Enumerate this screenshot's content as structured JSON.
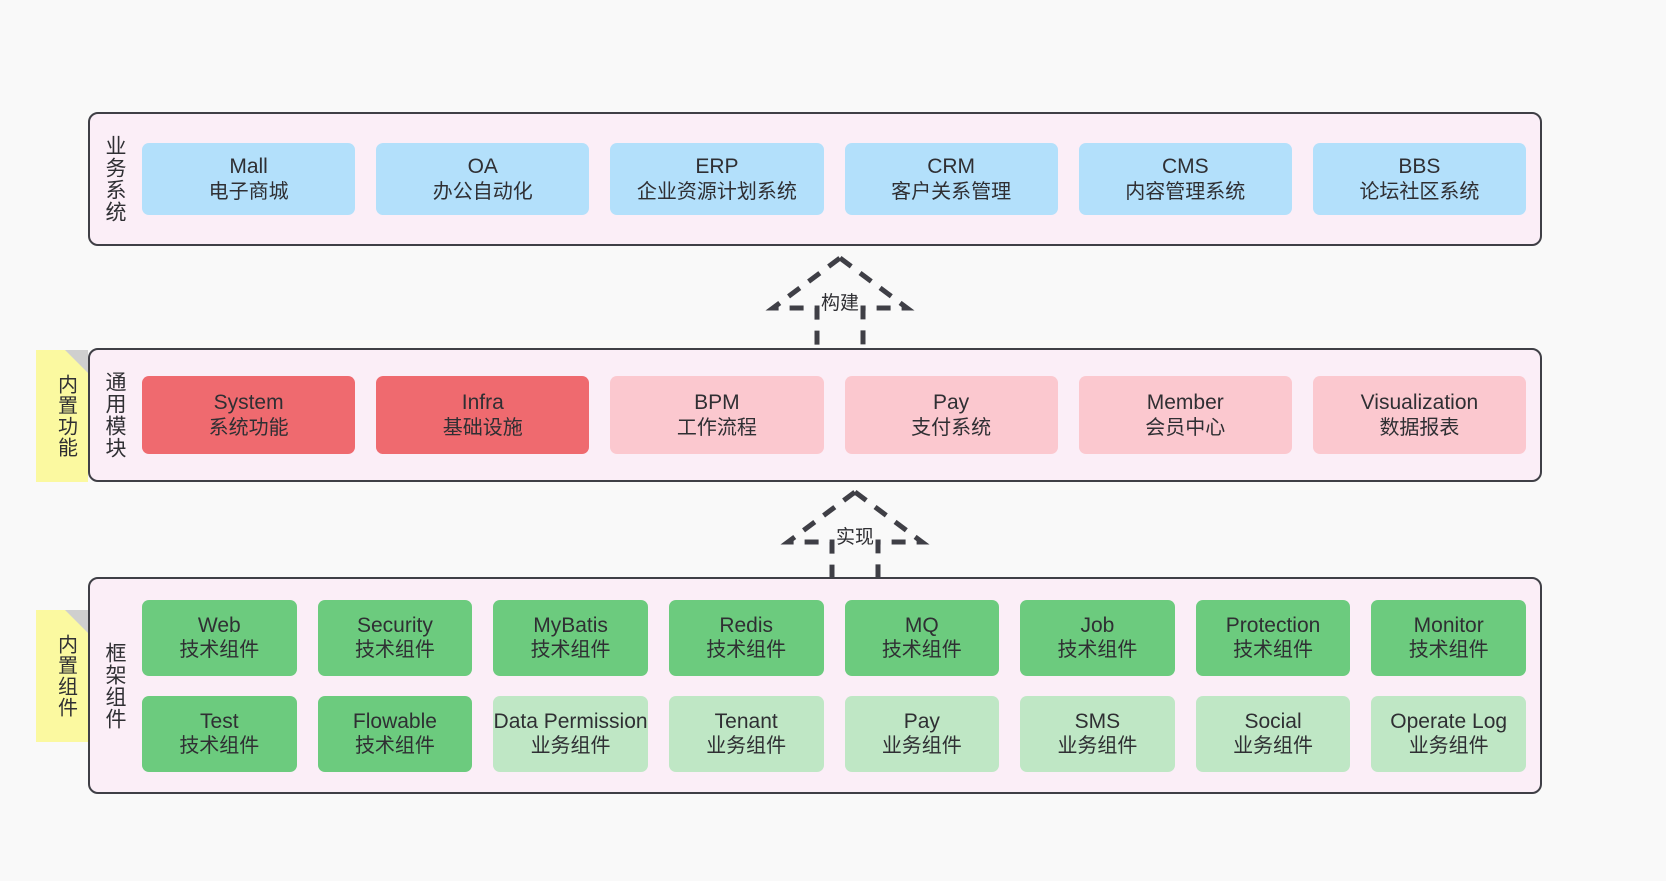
{
  "layers": [
    {
      "id": "business",
      "title": "业务系统",
      "rows": [
        {
          "cards": [
            {
              "name": "Mall",
              "subtitle": "电子商城",
              "color": "#b3e0fb"
            },
            {
              "name": "OA",
              "subtitle": "办公自动化",
              "color": "#b3e0fb"
            },
            {
              "name": "ERP",
              "subtitle": "企业资源计划系统",
              "color": "#b3e0fb"
            },
            {
              "name": "CRM",
              "subtitle": "客户关系管理",
              "color": "#b3e0fb"
            },
            {
              "name": "CMS",
              "subtitle": "内容管理系统",
              "color": "#b3e0fb"
            },
            {
              "name": "BBS",
              "subtitle": "论坛社区系统",
              "color": "#b3e0fb"
            }
          ]
        }
      ]
    },
    {
      "id": "common",
      "title": "通用模块",
      "note": "内置功能",
      "rows": [
        {
          "cards": [
            {
              "name": "System",
              "subtitle": "系统功能",
              "color": "#ef6a6f"
            },
            {
              "name": "Infra",
              "subtitle": "基础设施",
              "color": "#ef6a6f"
            },
            {
              "name": "BPM",
              "subtitle": "工作流程",
              "color": "#fbc8cf"
            },
            {
              "name": "Pay",
              "subtitle": "支付系统",
              "color": "#fbc8cf"
            },
            {
              "name": "Member",
              "subtitle": "会员中心",
              "color": "#fbc8cf"
            },
            {
              "name": "Visualization",
              "subtitle": "数据报表",
              "color": "#fbc8cf"
            }
          ]
        }
      ]
    },
    {
      "id": "framework",
      "title": "框架组件",
      "note": "内置组件",
      "rows": [
        {
          "cards": [
            {
              "name": "Web",
              "subtitle": "技术组件",
              "color": "#6ccb7e"
            },
            {
              "name": "Security",
              "subtitle": "技术组件",
              "color": "#6ccb7e"
            },
            {
              "name": "MyBatis",
              "subtitle": "技术组件",
              "color": "#6ccb7e"
            },
            {
              "name": "Redis",
              "subtitle": "技术组件",
              "color": "#6ccb7e"
            },
            {
              "name": "MQ",
              "subtitle": "技术组件",
              "color": "#6ccb7e"
            },
            {
              "name": "Job",
              "subtitle": "技术组件",
              "color": "#6ccb7e"
            },
            {
              "name": "Protection",
              "subtitle": "技术组件",
              "color": "#6ccb7e"
            },
            {
              "name": "Monitor",
              "subtitle": "技术组件",
              "color": "#6ccb7e"
            }
          ]
        },
        {
          "cards": [
            {
              "name": "Test",
              "subtitle": "技术组件",
              "color": "#6ccb7e"
            },
            {
              "name": "Flowable",
              "subtitle": "技术组件",
              "color": "#6ccb7e"
            },
            {
              "name": "Data Permission",
              "subtitle": "业务组件",
              "color": "#bfe7c5"
            },
            {
              "name": "Tenant",
              "subtitle": "业务组件",
              "color": "#bfe7c5"
            },
            {
              "name": "Pay",
              "subtitle": "业务组件",
              "color": "#bfe7c5"
            },
            {
              "name": "SMS",
              "subtitle": "业务组件",
              "color": "#bfe7c5"
            },
            {
              "name": "Social",
              "subtitle": "业务组件",
              "color": "#bfe7c5"
            },
            {
              "name": "Operate Log",
              "subtitle": "业务组件",
              "color": "#bfe7c5"
            }
          ]
        }
      ]
    }
  ],
  "connectors": [
    {
      "id": "build",
      "label": "构建"
    },
    {
      "id": "impl",
      "label": "实现"
    }
  ],
  "colors": {
    "background": "#f9f9f9",
    "layer_fill": "#fbeef7",
    "layer_border": "#3f3f46",
    "note_fill": "#fbf9a0",
    "note_fold": "#cfcfcf",
    "text": "#2f2f33",
    "business_card": "#b3e0fb",
    "common_primary_card": "#ef6a6f",
    "common_secondary_card": "#fbc8cf",
    "framework_tech_card": "#6ccb7e",
    "framework_business_card": "#bfe7c5"
  }
}
